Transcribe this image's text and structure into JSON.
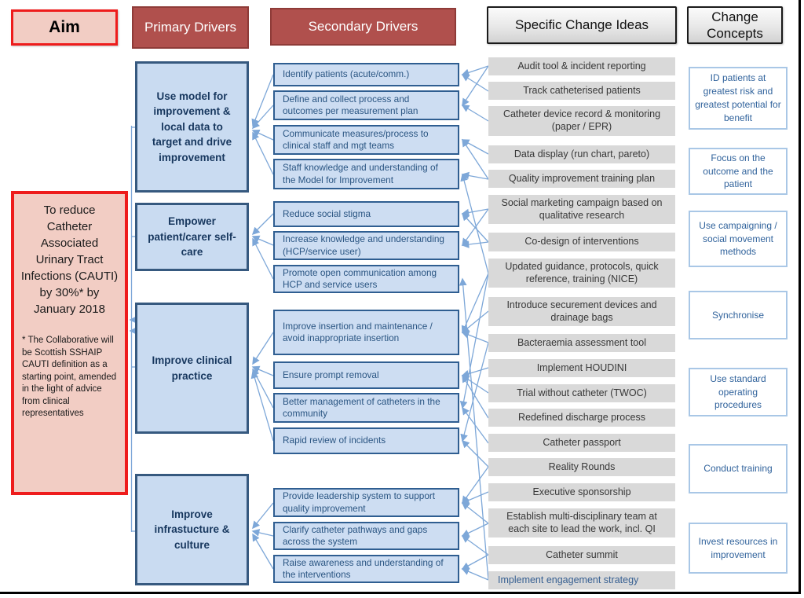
{
  "headers": {
    "aim": "Aim",
    "primary": "Primary Drivers",
    "secondary": "Secondary Drivers",
    "ideas": "Specific Change Ideas",
    "concepts": "Change Concepts"
  },
  "aim": {
    "goal": "To reduce Catheter Associated Urinary Tract Infections (CAUTI) by 30%* by January 2018",
    "footnote": "* The Collaborative will be Scottish SSHAIP CAUTI definition as a starting point, amended in the light of advice from clinical representatives"
  },
  "primary_drivers": [
    "Use model for improvement & local data to target and drive improvement",
    "Empower patient/carer self-care",
    "Improve clinical practice",
    "Improve infrastucture & culture"
  ],
  "secondary_drivers": [
    "Identify patients (acute/comm.)",
    "Define and collect process and outcomes per measurement plan",
    "Communicate measures/process to clinical staff and mgt teams",
    "Staff knowledge and understanding of the Model for Improvement",
    "Reduce social stigma",
    "Increase knowledge and understanding (HCP/service user)",
    "Promote open communication among HCP and service users",
    "Improve insertion and maintenance / avoid inappropriate insertion",
    "Ensure prompt removal",
    "Better management of catheters in the community",
    "Rapid review of incidents",
    "Provide leadership system to support quality improvement",
    "Clarify catheter pathways and gaps across the system",
    "Raise awareness and understanding of the interventions"
  ],
  "change_ideas": [
    "Audit tool & incident reporting",
    "Track catheterised patients",
    "Catheter device record & monitoring (paper / EPR)",
    "Data display (run chart, pareto)",
    "Quality improvement training plan",
    "Social marketing campaign based on qualitative research",
    "Co-design of interventions",
    "Updated guidance, protocols, quick reference, training (NICE)",
    "Introduce securement devices and drainage bags",
    "Bacteraemia assessment tool",
    "Implement HOUDINI",
    "Trial without catheter (TWOC)",
    "Redefined discharge process",
    "Catheter passport",
    "Reality Rounds",
    "Executive sponsorship",
    "Establish multi-disciplinary team at each site to lead the work, incl. QI",
    "Catheter summit",
    "Implement engagement strategy"
  ],
  "change_concepts": [
    "ID patients at greatest risk and greatest potential for benefit",
    "Focus on the outcome and the patient",
    "Use campaigning / social movement methods",
    "Synchronise",
    "Use standard operating procedures",
    "Conduct training",
    "Invest resources in improvement"
  ],
  "colors": {
    "red_header_bg": "#b0504d",
    "red_header_border": "#8e3b38",
    "aim_bg": "#f2cdc4",
    "aim_border": "#ee1c1c",
    "blue_box_bg": "#c9dbf1",
    "blue_box_border": "#36597f",
    "idea_bg": "#d9d9d9",
    "concept_border": "#a9c7e6",
    "concept_text": "#31639c",
    "connector": "#7da7d8"
  }
}
